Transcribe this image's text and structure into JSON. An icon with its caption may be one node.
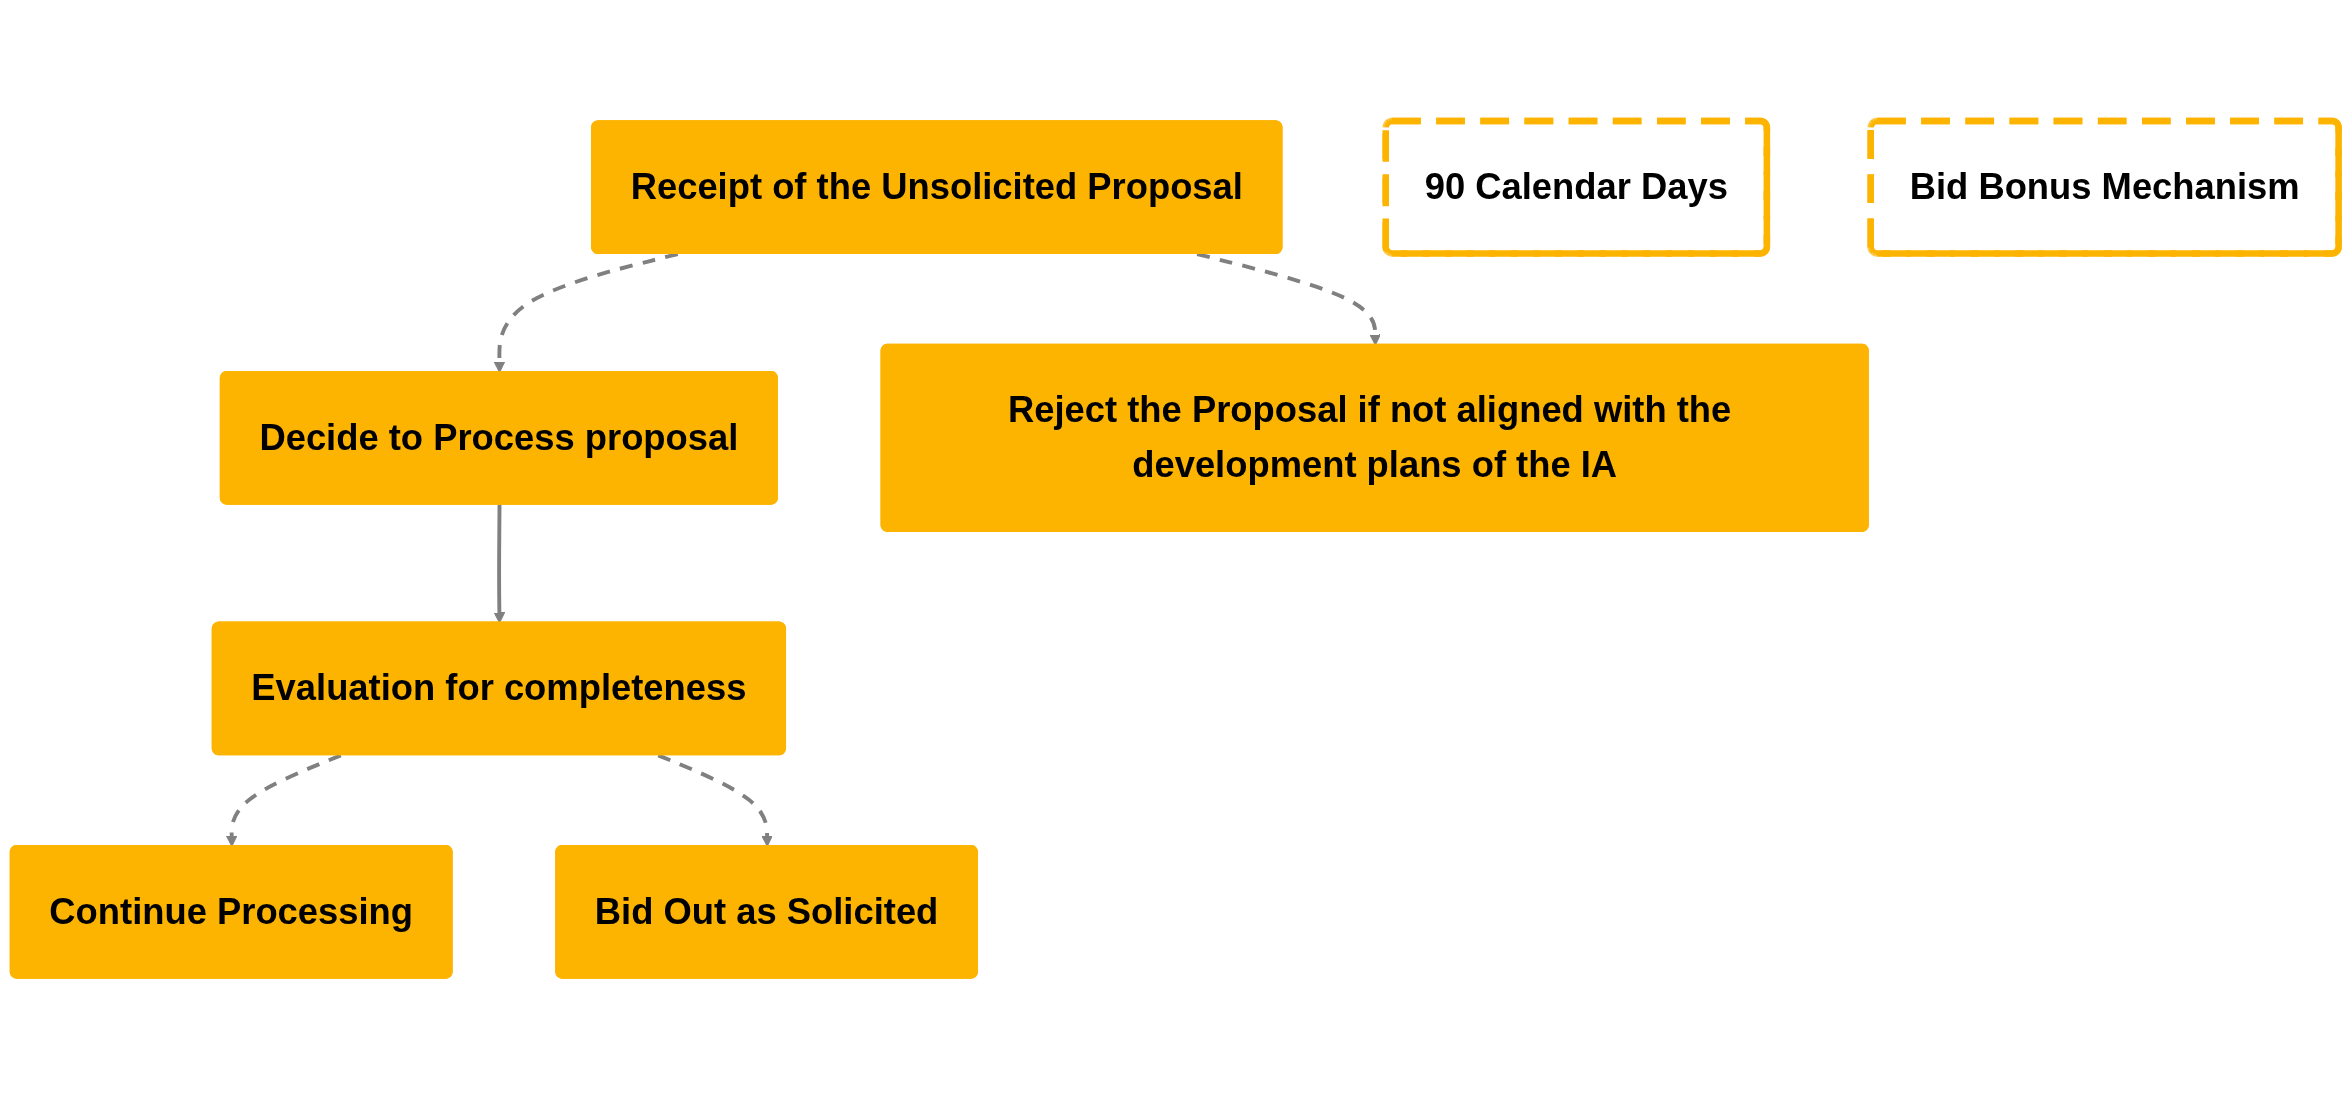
{
  "diagram": {
    "nodes": [
      {
        "text": [
          "Receipt of the Unsolicited Proposal"
        ]
      },
      {
        "text": [
          "Decide to Process proposal"
        ]
      },
      {
        "text": [
          "Reject the Proposal if not aligned with the development plans of the IA"
        ]
      },
      {
        "text": [
          "Evaluation for completeness"
        ]
      },
      {
        "text": [
          "Continue Processing"
        ]
      },
      {
        "text": [
          "Bid Out as Solicited"
        ]
      },
      {
        "text": [
          "90 Calendar Days"
        ]
      },
      {
        "text": [
          "Bid Bonus Mechanism"
        ]
      }
    ],
    "edges": [
      {
        "from": 0,
        "to": 1,
        "arrow": "to",
        "style": "dashed"
      },
      {
        "from": 0,
        "to": 2,
        "arrow": "to",
        "style": "dashed"
      },
      {
        "from": 1,
        "to": 3,
        "arrow": "to"
      },
      {
        "from": 3,
        "to": 4,
        "arrow": "to",
        "style": "dashed"
      },
      {
        "from": 3,
        "to": 5,
        "arrow": "to",
        "style": "dashed"
      }
    ]
  }
}
